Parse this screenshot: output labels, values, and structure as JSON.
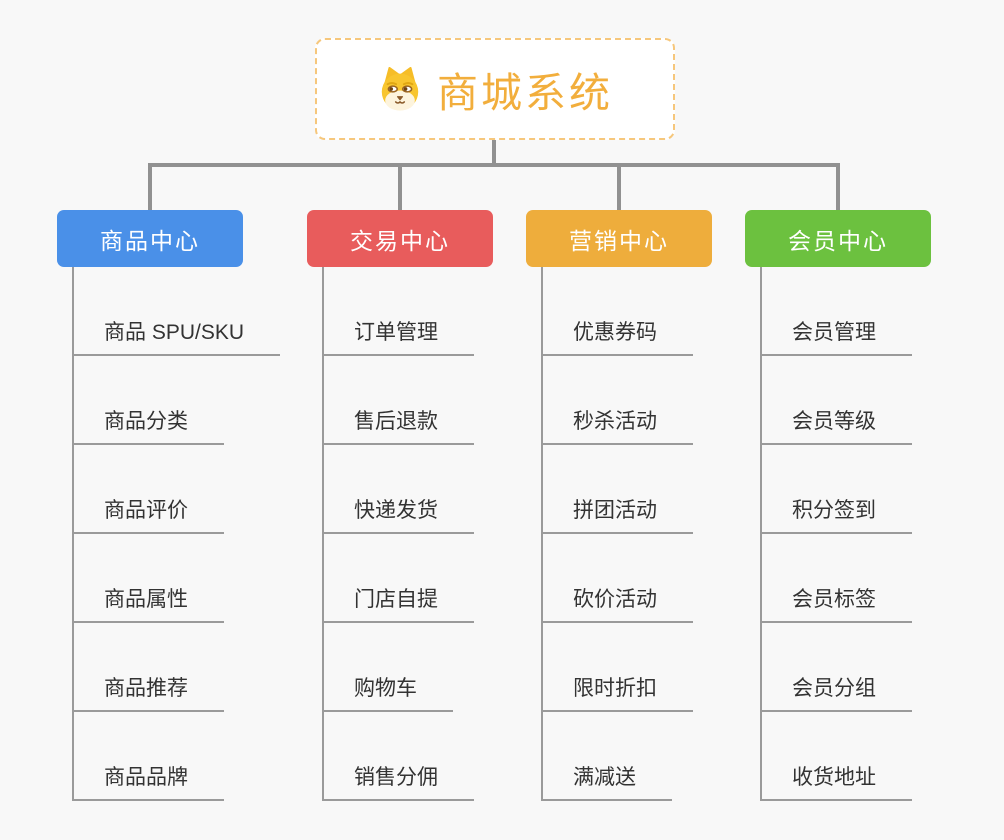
{
  "root": {
    "title": "商城系统",
    "icon": "dog-face-icon",
    "accent_color": "#f2ae3c",
    "border_color": "#f6c77c"
  },
  "connector_color": "#919191",
  "branches": [
    {
      "name": "product-center",
      "label": "商品中心",
      "color": "#4a90e8",
      "items": [
        "商品 SPU/SKU",
        "商品分类",
        "商品评价",
        "商品属性",
        "商品推荐",
        "商品品牌"
      ]
    },
    {
      "name": "trade-center",
      "label": "交易中心",
      "color": "#e85c5c",
      "items": [
        "订单管理",
        "售后退款",
        "快递发货",
        "门店自提",
        "购物车",
        "销售分佣"
      ]
    },
    {
      "name": "marketing-center",
      "label": "营销中心",
      "color": "#eead3c",
      "items": [
        "优惠券码",
        "秒杀活动",
        "拼团活动",
        "砍价活动",
        "限时折扣",
        "满减送"
      ]
    },
    {
      "name": "member-center",
      "label": "会员中心",
      "color": "#6cc13f",
      "items": [
        "会员管理",
        "会员等级",
        "积分签到",
        "会员标签",
        "会员分组",
        "收货地址"
      ]
    }
  ]
}
